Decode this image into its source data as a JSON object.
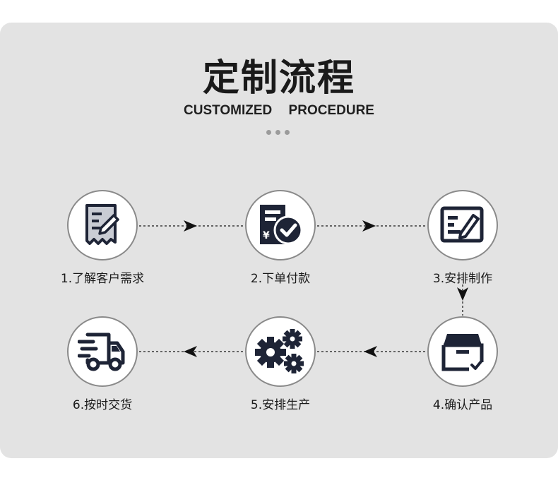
{
  "header": {
    "title": "定制流程",
    "subtitle": "CUSTOMIZED PROCEDURE"
  },
  "steps": [
    {
      "label": "1.了解客户需求",
      "icon": "receipt-edit-icon"
    },
    {
      "label": "2.下单付款",
      "icon": "payment-check-icon"
    },
    {
      "label": "3.安排制作",
      "icon": "form-pen-icon"
    },
    {
      "label": "4.确认产品",
      "icon": "box-check-icon"
    },
    {
      "label": "5.安排生产",
      "icon": "gears-icon"
    },
    {
      "label": "6.按时交货",
      "icon": "delivery-truck-icon"
    }
  ],
  "colors": {
    "panel": "#e3e3e3",
    "icon": "#1e2436",
    "circle_border": "#8a8a8a"
  }
}
